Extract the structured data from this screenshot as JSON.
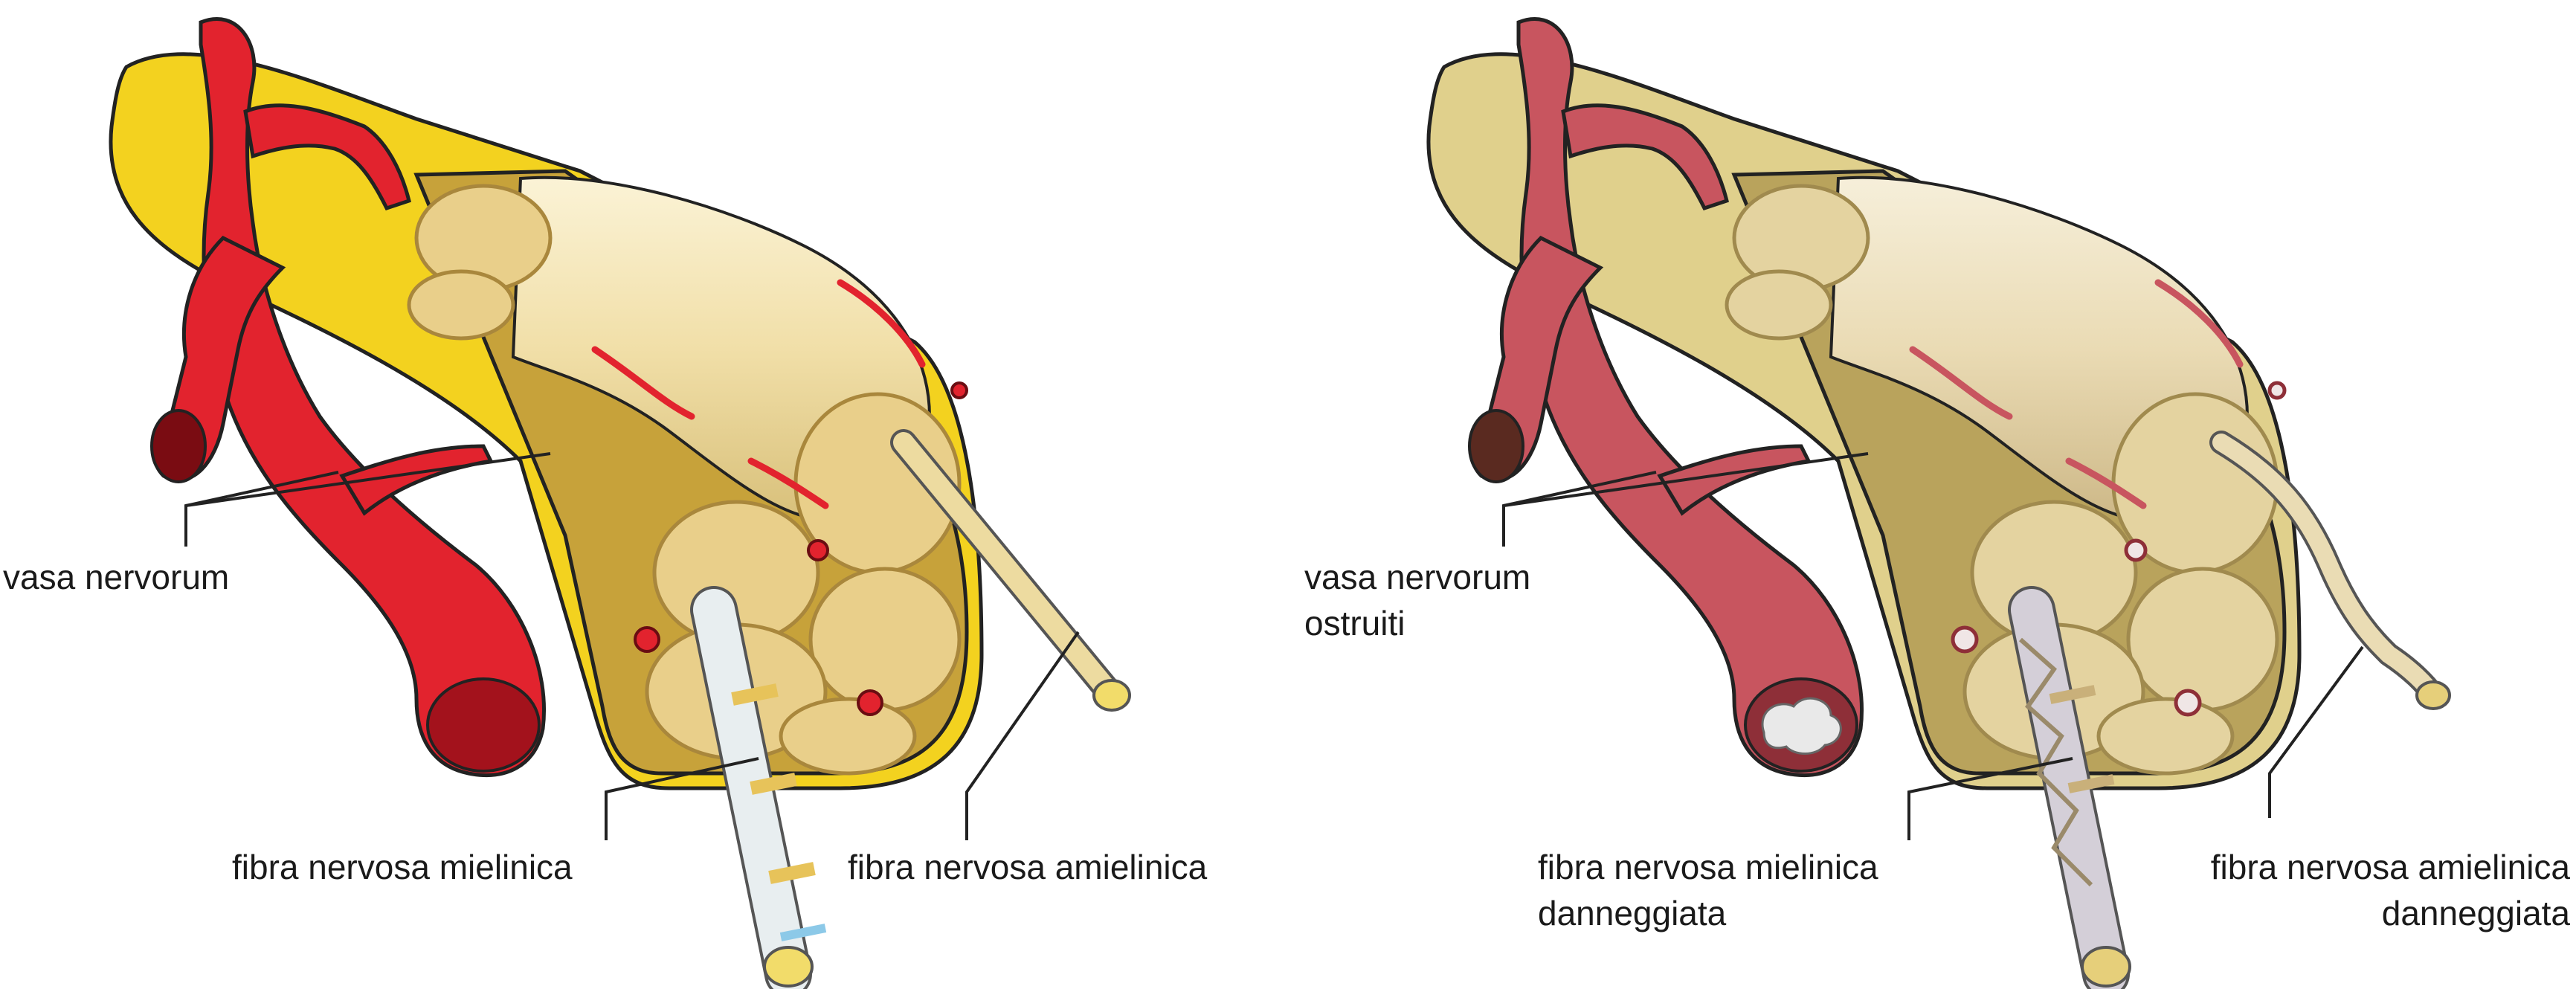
{
  "panels": {
    "healthy": {
      "labels": {
        "vasa": [
          "vasa nervorum"
        ],
        "myelinated": [
          "fibra nervosa mielinica"
        ],
        "unmyelinated": [
          "fibra nervosa amielinica"
        ]
      }
    },
    "damaged": {
      "labels": {
        "vasa": [
          "vasa nervorum",
          "ostruiti"
        ],
        "myelinated": [
          "fibra nervosa mielinica",
          "danneggiata"
        ],
        "unmyelinated": [
          "fibra nervosa amielinica",
          "danneggiata"
        ]
      }
    }
  },
  "colors": {
    "healthy": {
      "artery": "#e2232e",
      "artery_dark": "#a3121c",
      "artery_light": "#f4545b",
      "epineurium": "#f3d21f",
      "epineurium_dark": "#c9a30d",
      "perineurium": "#c7a23a",
      "fascicle": "#e9cf8a",
      "fascicle_line": "#a9873c",
      "fiber": "#f3e3b0",
      "fiber_dark": "#c9b27a"
    },
    "damaged": {
      "artery": "#c8555f",
      "artery_dark": "#8e2f38",
      "artery_light": "#e28b92",
      "epineurium": "#e0d08c",
      "epineurium_dark": "#b8a55a",
      "perineurium": "#b9a35c",
      "fascicle": "#e4d3a0",
      "fascicle_line": "#a08a4e",
      "fiber": "#efe3c2",
      "fiber_dark": "#c2ad7e"
    }
  }
}
